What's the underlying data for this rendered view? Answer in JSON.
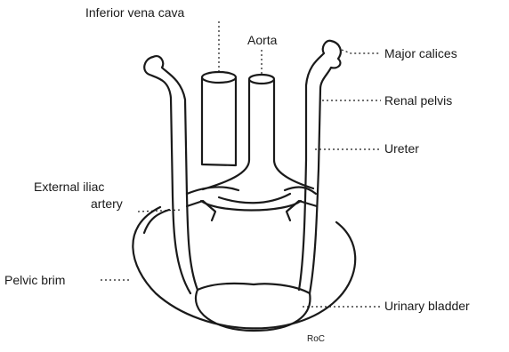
{
  "labels": {
    "ivc": "Inferior vena cava",
    "aorta": "Aorta",
    "calices": "Major calices",
    "pelvis": "Renal pelvis",
    "ureter": "Ureter",
    "ext_iliac_1": "External iliac",
    "ext_iliac_2": "artery",
    "pelvic_brim": "Pelvic brim",
    "bladder": "Urinary bladder"
  },
  "signature": "RoC"
}
